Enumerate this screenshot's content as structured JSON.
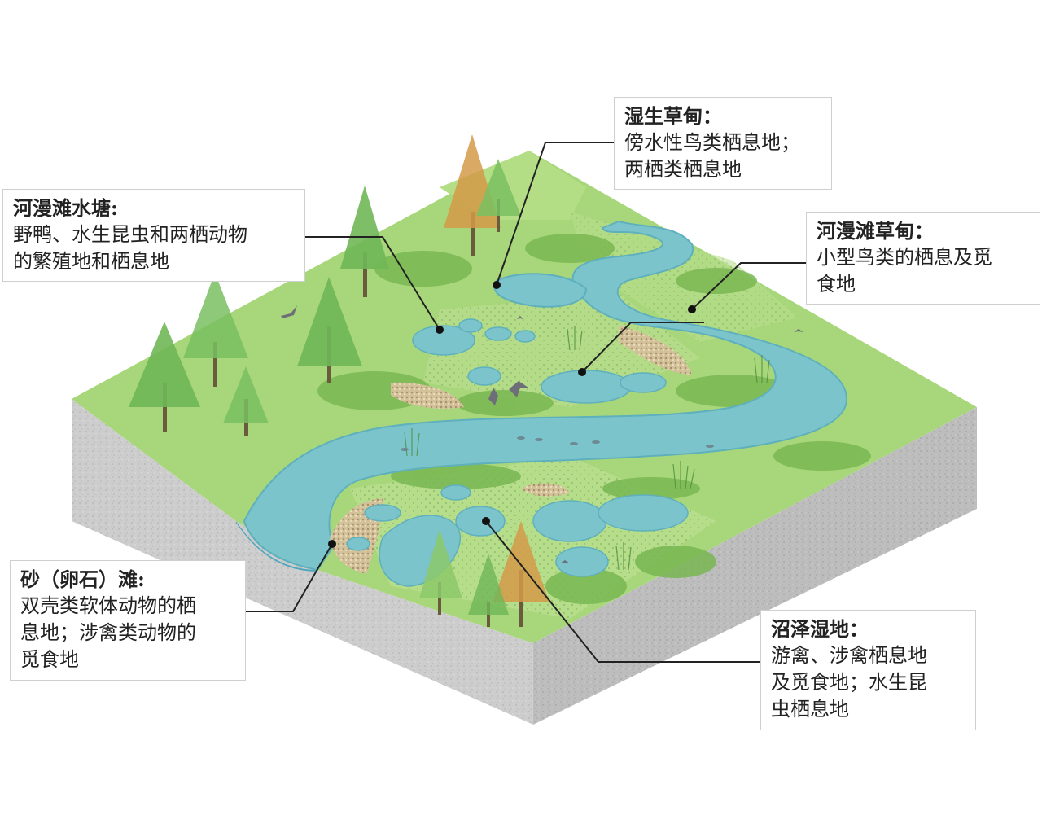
{
  "colors": {
    "grass": "#a7d77a",
    "grass_dark": "#79b752",
    "water": "#7cc4cc",
    "water_deep": "#4fa6bf",
    "soil_side": "#d2d2d2",
    "soil_front": "#bebebe",
    "tree": "#6fb757",
    "tree_autumn": "#d39a48",
    "gravel": "#c9b48a",
    "leader": "#222222",
    "label_border": "#cfcfcf"
  },
  "labels": {
    "meadow": {
      "title": "湿生草甸：",
      "lines": [
        "傍水性鸟类栖息地；",
        "两栖类栖息地"
      ]
    },
    "pond": {
      "title": "河漫滩水塘:",
      "lines": [
        "野鸭、水生昆虫和两栖动物",
        "的繁殖地和栖息地"
      ]
    },
    "floodplain": {
      "title": "河漫滩草甸：",
      "lines": [
        "小型鸟类的栖息及觅",
        "食地"
      ]
    },
    "gravel": {
      "title": "砂（卵石）滩:",
      "lines": [
        "双壳类软体动物的栖",
        "息地；涉禽类动物的",
        "觅食地"
      ]
    },
    "marsh": {
      "title": "沼泽湿地：",
      "lines": [
        "游禽、涉禽栖息地",
        "及觅食地；水生昆",
        "虫栖息地"
      ]
    }
  },
  "icons": {
    "birds": "bird-icon",
    "fish": "fish-icon",
    "leader_dot": "leader-dot-icon"
  }
}
